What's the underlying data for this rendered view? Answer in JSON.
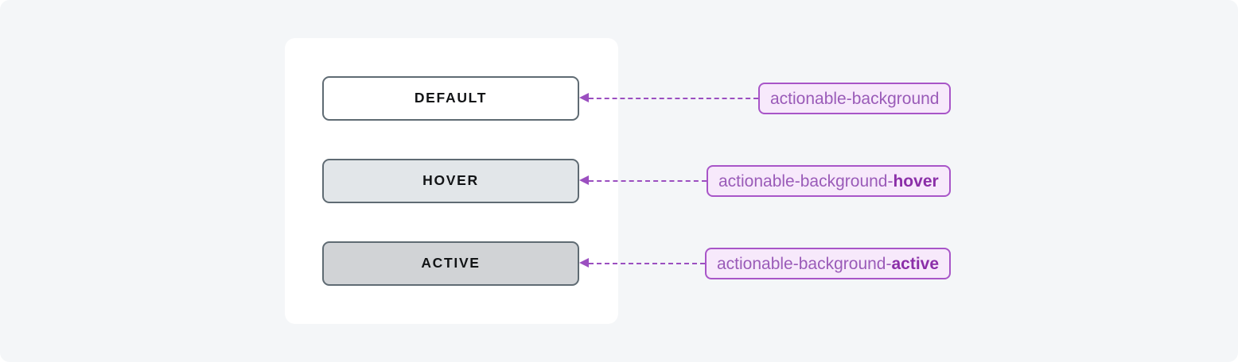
{
  "canvas": {
    "background": "#f4f6f8",
    "card_background": "#ffffff"
  },
  "colors": {
    "button_border": "#5f6b73",
    "button_text": "#121416",
    "badge_border": "#a855c8",
    "badge_background": "#f7e9fb",
    "token_base_text": "#9a5bb8",
    "token_suffix_text": "#8b2fa8",
    "connector": "#9b4fc0"
  },
  "rows": [
    {
      "state_label": "DEFAULT",
      "button_fill": "#ffffff",
      "token_base": "actionable-background",
      "token_suffix": "",
      "connector_icon": "arrow-left-dashed-icon"
    },
    {
      "state_label": "HOVER",
      "button_fill": "#e2e6e9",
      "token_base": "actionable-background-",
      "token_suffix": "hover",
      "connector_icon": "arrow-left-dashed-icon"
    },
    {
      "state_label": "ACTIVE",
      "button_fill": "#d1d3d6",
      "token_base": "actionable-background-",
      "token_suffix": "active",
      "connector_icon": "arrow-left-dashed-icon"
    }
  ]
}
